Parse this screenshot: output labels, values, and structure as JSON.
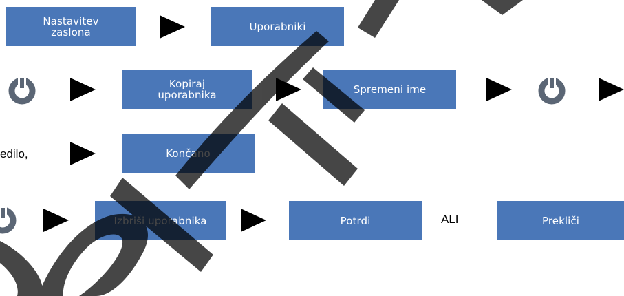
{
  "rows": [
    {
      "buttons": [
        {
          "label": "Nastavitev\nzaslona"
        },
        {
          "label": "Uporabniki"
        }
      ]
    },
    {
      "buttons": [
        {
          "label": "Kopiraj\nuporabnika"
        },
        {
          "label": "Spremeni ime"
        }
      ]
    },
    {
      "text": "edilo,",
      "buttons": [
        {
          "label": "Končano"
        }
      ]
    },
    {
      "buttons": [
        {
          "label": "Izbriši uporabnika"
        },
        {
          "label": "Potrdi"
        },
        {
          "label": "Prekliči"
        }
      ],
      "or_text": "ALI"
    }
  ],
  "colors": {
    "button_bg": "#4a77b8",
    "button_text": "#ffffff",
    "arrow": "#000000",
    "rotate_icon": "#5b6675",
    "watermark": "#000000"
  },
  "icons": {
    "arrow": "arrow-right-icon",
    "rotate": "rotate-dial-icon"
  }
}
